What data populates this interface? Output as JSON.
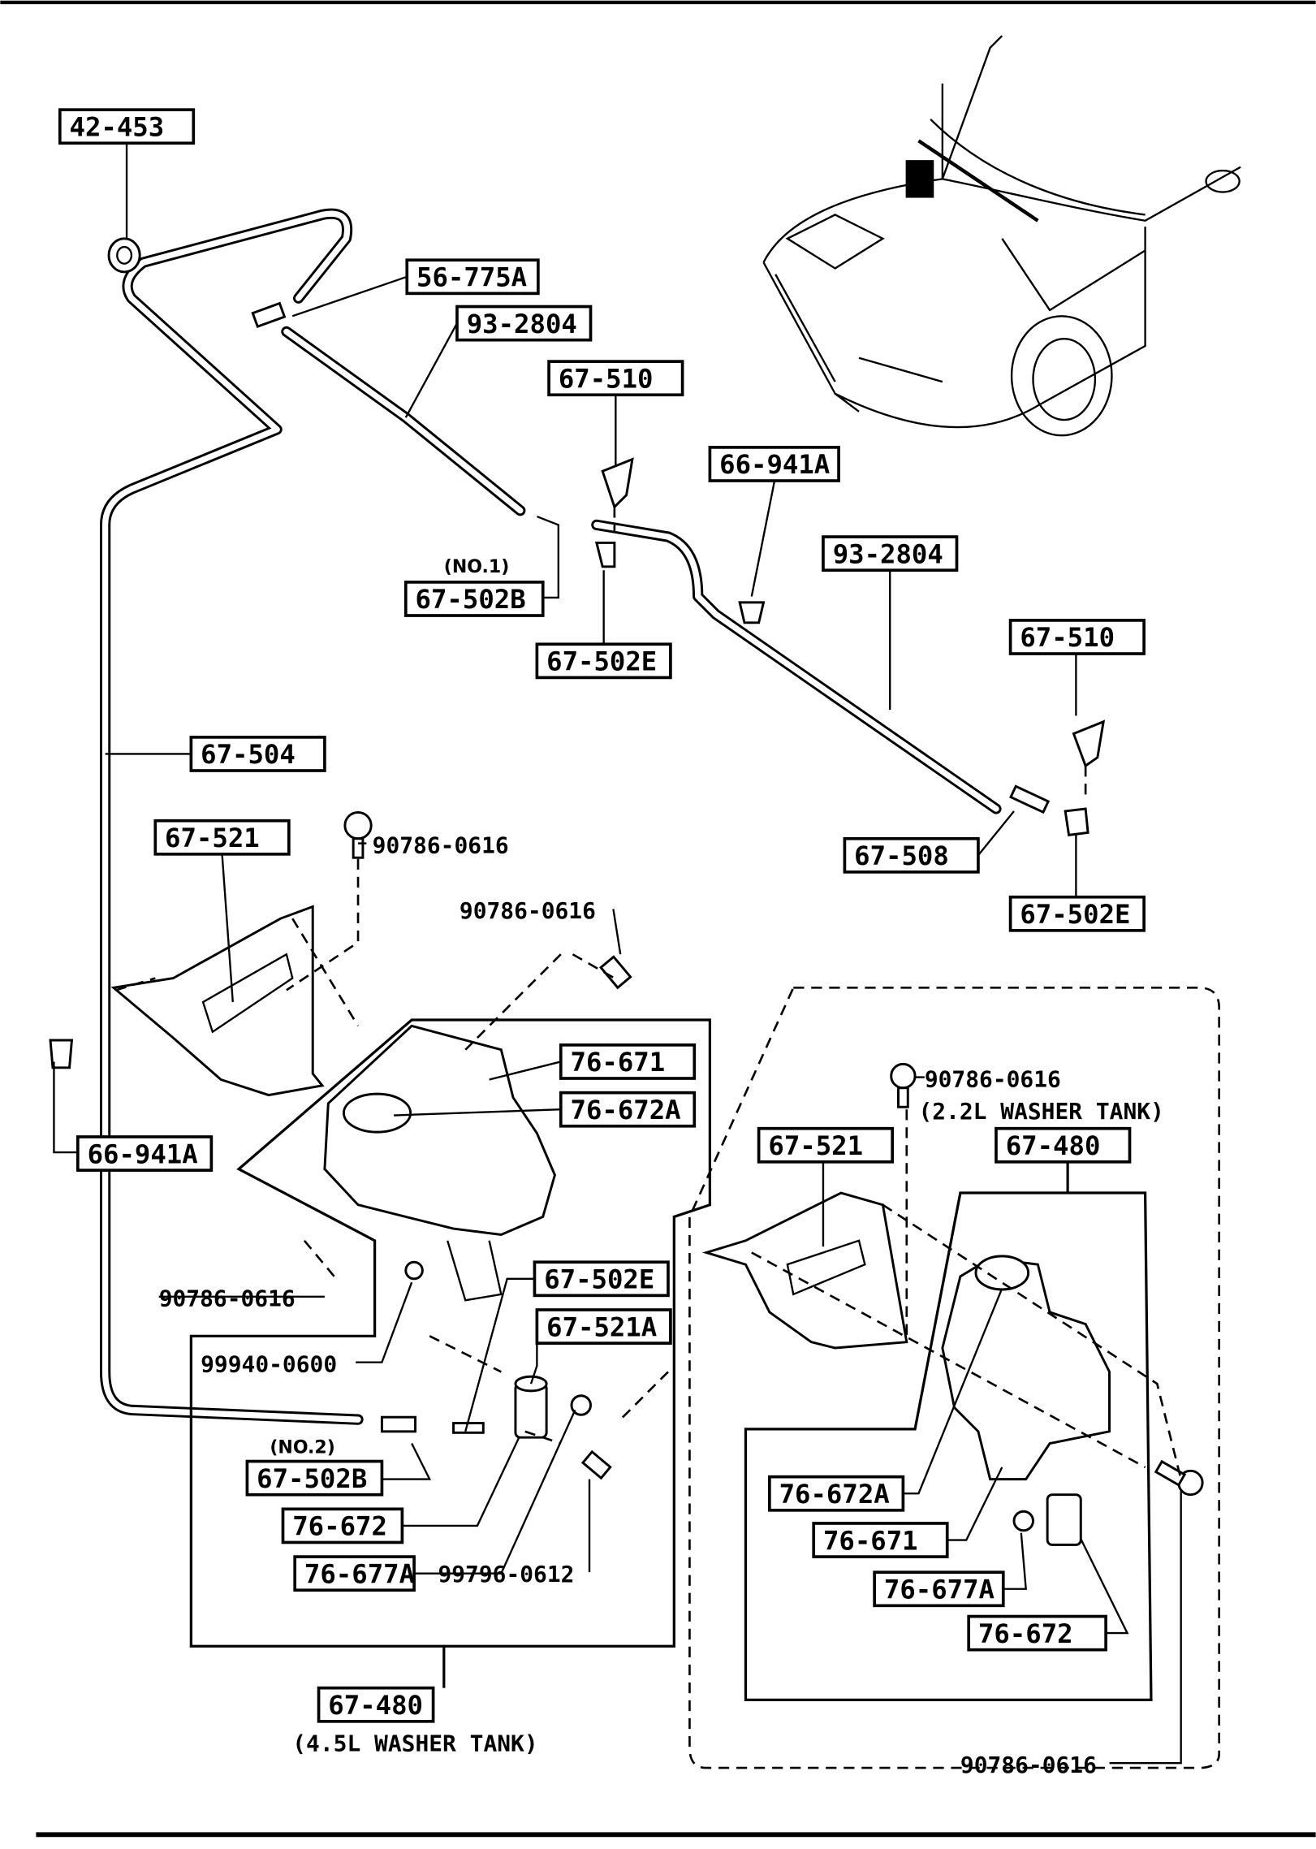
{
  "diagram": {
    "part_labels": [
      "42-453",
      "56-775A",
      "93-2804",
      "67-510",
      "66-941A",
      "93-2804",
      "67-502B",
      "67-502E",
      "67-510",
      "67-504",
      "67-521",
      "67-508",
      "67-502E",
      "76-671",
      "76-672A",
      "66-941A",
      "67-521",
      "67-480",
      "67-502E",
      "67-521A",
      "67-502B",
      "76-672",
      "76-677A",
      "67-480",
      "76-672A",
      "76-671",
      "76-677A",
      "76-672"
    ],
    "plain_labels": [
      "90786-0616",
      "90786-0616",
      "90786-0616",
      "90786-0616",
      "99940-0600",
      "99796-0612",
      "90786-0616"
    ],
    "notes": {
      "no1": "(NO.1)",
      "no2": "(NO.2)",
      "tank_45": "(4.5L WASHER TANK)",
      "tank_22": "(2.2L WASHER TANK)"
    }
  }
}
